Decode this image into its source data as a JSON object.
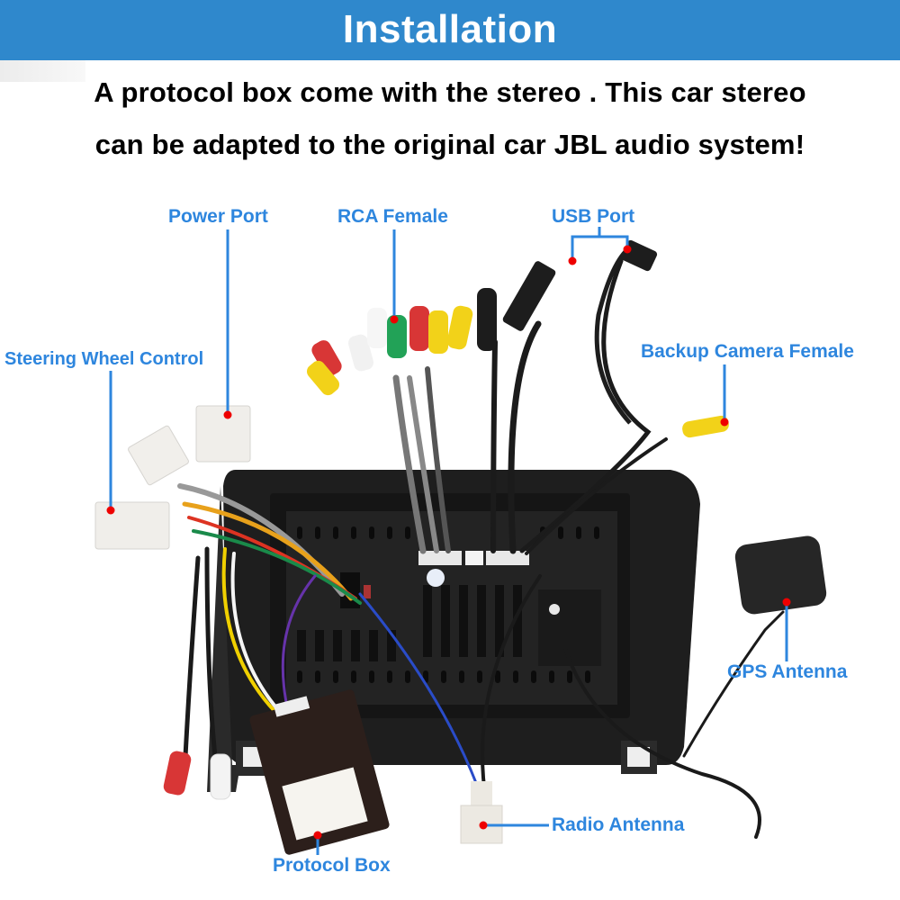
{
  "header": {
    "title": "Installation",
    "description_line1": "A protocol box come with the stereo . This car stereo",
    "description_line2": "can be adapted to the original car JBL audio system!"
  },
  "colors": {
    "title_bar": "#2f88cc",
    "label_text": "#2e86de",
    "leader_line": "#2e86de",
    "marker_dot": "#ee0000"
  },
  "callouts": [
    {
      "id": "power-port",
      "label": "Power Port"
    },
    {
      "id": "rca-female",
      "label": "RCA Female"
    },
    {
      "id": "usb-port",
      "label": "USB Port"
    },
    {
      "id": "steering-wheel-control",
      "label": "Steering Wheel Control"
    },
    {
      "id": "backup-camera-female",
      "label": "Backup Camera Female"
    },
    {
      "id": "gps-antenna",
      "label": "GPS Antenna"
    },
    {
      "id": "radio-antenna",
      "label": "Radio Antenna"
    },
    {
      "id": "protocol-box",
      "label": "Protocol Box"
    }
  ]
}
